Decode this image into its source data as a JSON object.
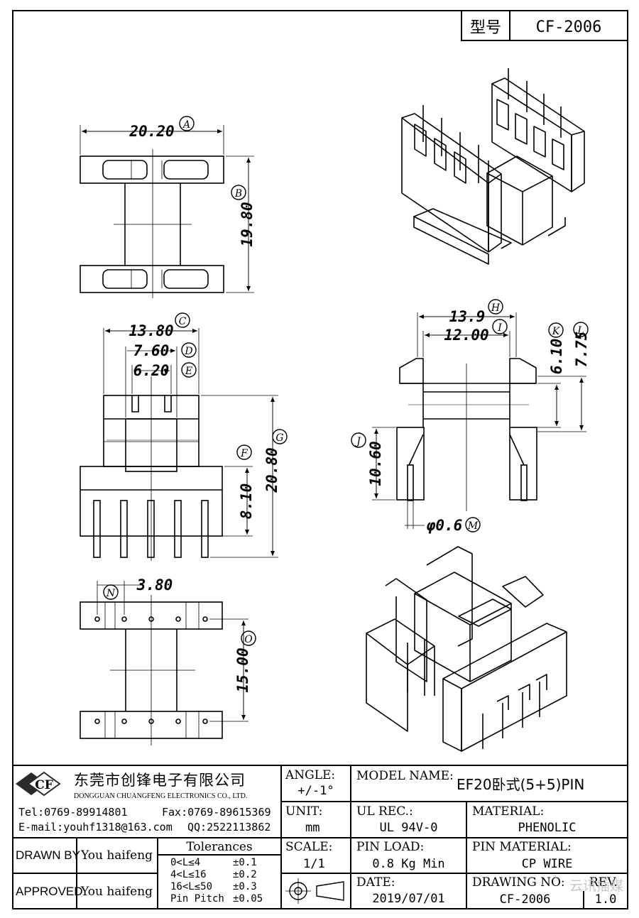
{
  "header": {
    "model_label": "型号",
    "model_value": "CF-2006"
  },
  "dimensions": {
    "A": {
      "marker": "A",
      "value": "20.20"
    },
    "B": {
      "marker": "B",
      "value": "19.80"
    },
    "C": {
      "marker": "C",
      "value": "13.80"
    },
    "D": {
      "marker": "D",
      "value": "7.60"
    },
    "E": {
      "marker": "E",
      "value": "6.20"
    },
    "F": {
      "marker": "F",
      "value": "8.10"
    },
    "G": {
      "marker": "G",
      "value": "20.80"
    },
    "H": {
      "marker": "H",
      "value": "13.9"
    },
    "I": {
      "marker": "I",
      "value": "12.00"
    },
    "K": {
      "marker": "K",
      "value": "6.10"
    },
    "L": {
      "marker": "L",
      "value": "7.75"
    },
    "J": {
      "marker": "J",
      "value": "10.60"
    },
    "M": {
      "marker": "M",
      "value": "φ0.6"
    },
    "N": {
      "marker": "N",
      "value": "3.80"
    },
    "O": {
      "marker": "O",
      "value": "15.00"
    }
  },
  "title_block": {
    "company_cn": "东莞市创锋电子有限公司",
    "company_en": "DONGGUAN CHUANGFENG ELECTRONICS CO., LTD.",
    "logo_text": "CF",
    "tel": "Tel:0769-89914801",
    "fax": "Fax:0769-89615369",
    "email": "E-mail:youhf1318@163.com",
    "qq": "QQ:2522113862",
    "angle_label": "ANGLE:",
    "angle_value": "+/-1°",
    "unit_label": "UNIT:",
    "unit_value": "mm",
    "scale_label": "SCALE:",
    "scale_value": "1/1",
    "model_name_label": "MODEL NAME:",
    "model_name_value": "EF20卧式(5+5)PIN",
    "ul_label": "UL REC.:",
    "ul_value": "UL 94V-0",
    "material_label": "MATERIAL:",
    "material_value": "PHENOLIC",
    "pin_load_label": "PIN LOAD:",
    "pin_load_value": "0.8 Kg Min",
    "pin_material_label": "PIN MATERIAL:",
    "pin_material_value": "CP WIRE",
    "date_label": "DATE:",
    "date_value": "2019/07/01",
    "drawing_no_label": "DRAWING NO:",
    "drawing_no_value": "CF-2006",
    "rev_label": "REV.",
    "rev_value": "1.0",
    "drawn_by_label": "DRAWN BY",
    "drawn_by_value": "You haifeng",
    "approved_label": "APPROVED",
    "approved_value": "You haifeng",
    "tolerances_title": "Tolerances",
    "tolerances": [
      {
        "range": "0<L≤4",
        "tol": "±0.1"
      },
      {
        "range": "4<L≤16",
        "tol": "±0.2"
      },
      {
        "range": "16<L≤50",
        "tol": "±0.3"
      },
      {
        "range": "Pin Pitch",
        "tol": "±0.05"
      }
    ]
  },
  "watermark": "云讯插媒"
}
